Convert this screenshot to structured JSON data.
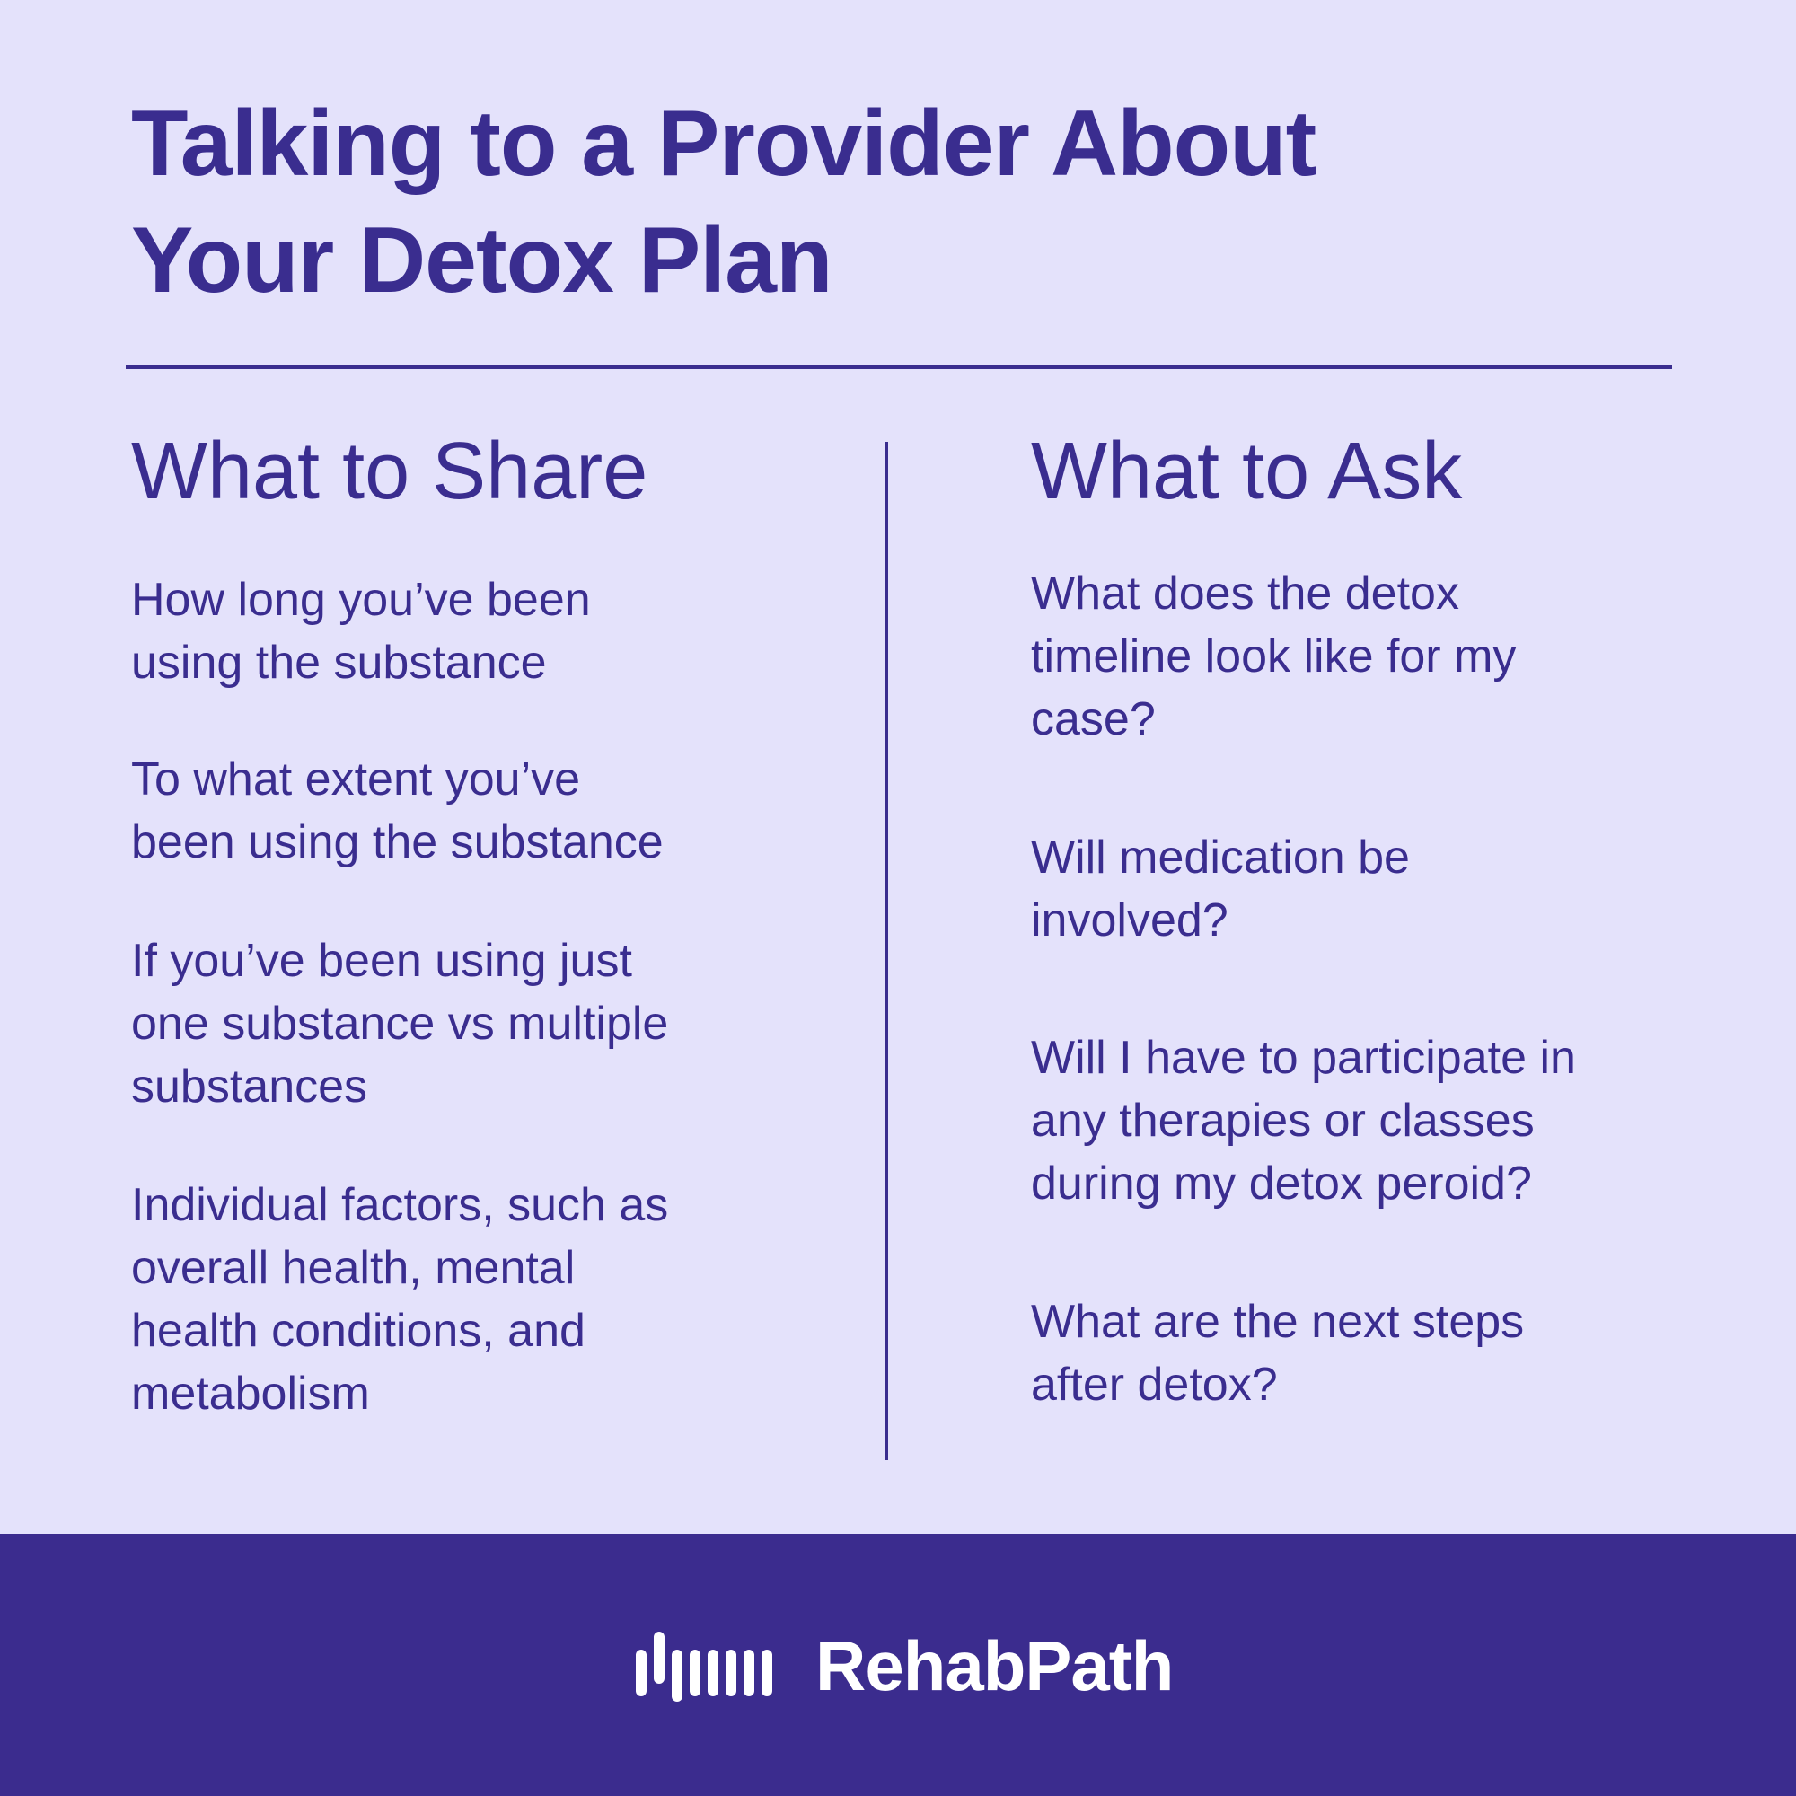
{
  "title": {
    "line1": "Talking to a Provider About",
    "line2": "Your Detox Plan"
  },
  "share": {
    "heading": "What to Share",
    "items": [
      {
        "line1": "How long you’ve been",
        "line2": "using the substance"
      },
      {
        "line1": "To what extent you’ve",
        "line2": "been using the substance"
      },
      {
        "line1": "If you’ve been using just",
        "line2": "one substance vs multiple",
        "line3": "substances"
      },
      {
        "line1": "Individual factors, such as",
        "line2": "overall health, mental",
        "line3": "health conditions, and",
        "line4": "metabolism"
      }
    ]
  },
  "ask": {
    "heading": "What to Ask",
    "items": [
      {
        "line1": "What does the detox",
        "line2": "timeline look like for my",
        "line3": "case?"
      },
      {
        "line1": "Will medication be",
        "line2": "involved?"
      },
      {
        "line1": "Will I have to participate in",
        "line2": "any therapies or classes",
        "line3": "during my detox peroid?"
      },
      {
        "line1": "What are the next steps",
        "line2": "after detox?"
      }
    ]
  },
  "footer": {
    "brand_name": "RehabPath",
    "logo_icon": "bar-waveform-logo-icon"
  },
  "colors": {
    "background": "#e4e2fb",
    "accent": "#3a2d8f",
    "footer": "#3b2c8e",
    "footer_text": "#ffffff"
  }
}
